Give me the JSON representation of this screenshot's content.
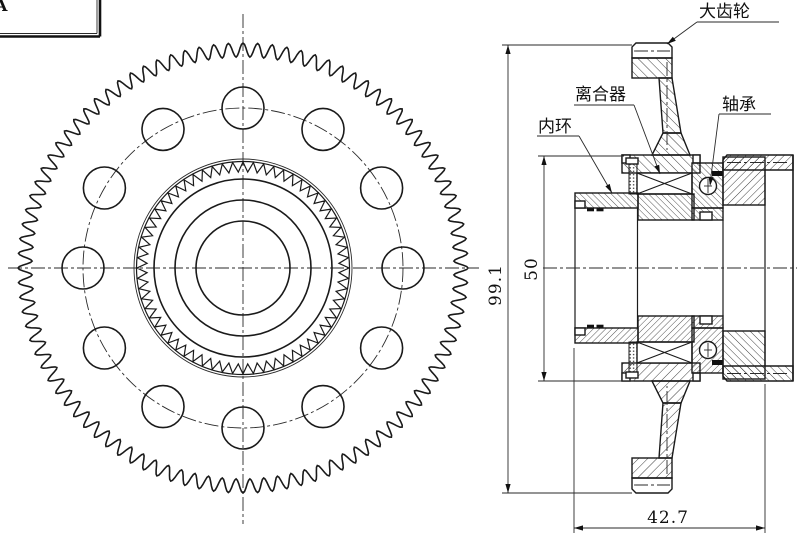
{
  "drawing": {
    "corner_label": "A",
    "callouts": {
      "big_gear": "大齿轮",
      "clutch": "离合器",
      "bearing": "轴承",
      "inner_ring": "内环"
    },
    "dimensions": {
      "height_overall": "99.1",
      "height_inner": "50",
      "width_bottom": "42.7"
    }
  }
}
